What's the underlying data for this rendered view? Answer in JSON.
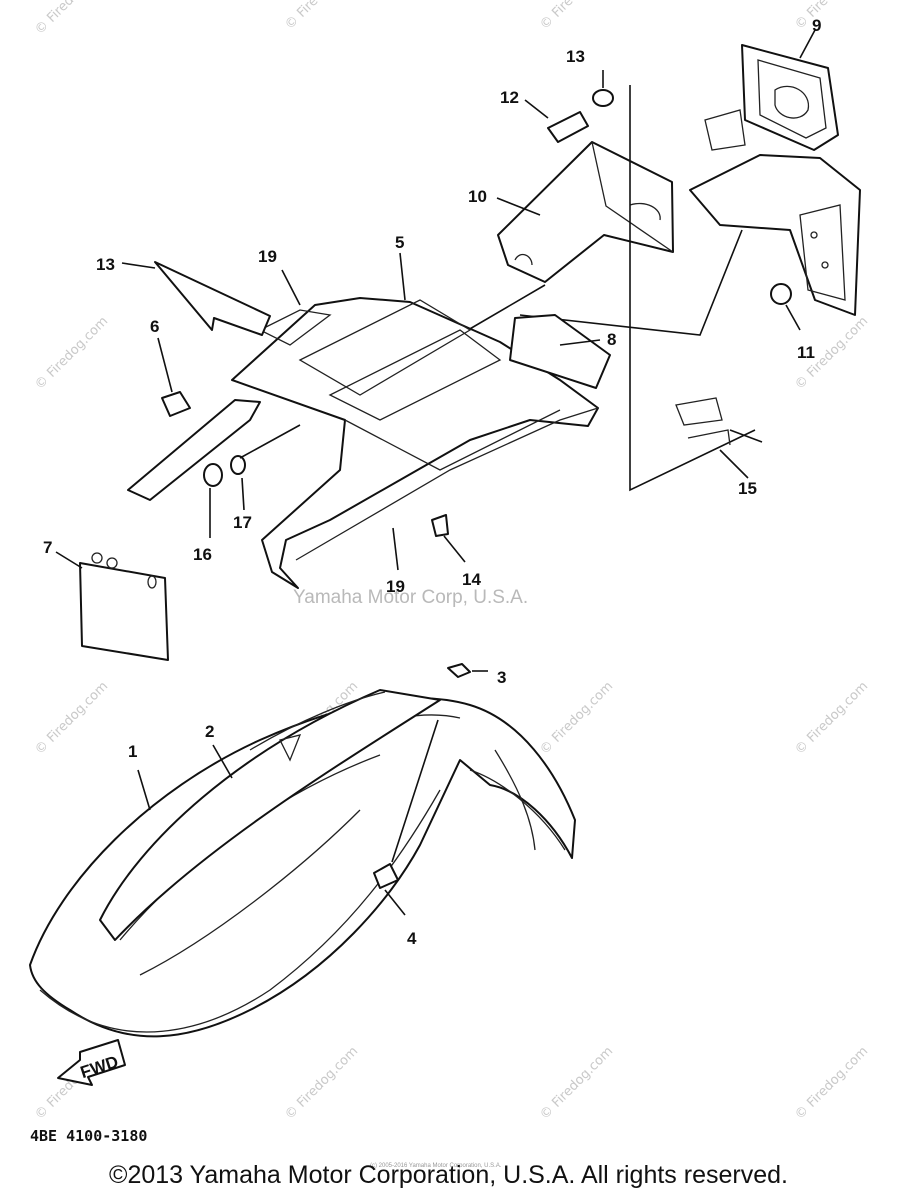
{
  "diagram": {
    "callouts": {
      "c1": "1",
      "c2": "2",
      "c3": "3",
      "c4": "4",
      "c5": "5",
      "c6": "6",
      "c7": "7",
      "c8": "8",
      "c9": "9",
      "c10": "10",
      "c11": "11",
      "c12": "12",
      "c13a": "13",
      "c13b": "13",
      "c14": "14",
      "c15": "15",
      "c16": "16",
      "c17": "17",
      "c19a": "19",
      "c19b": "19"
    },
    "arrow_label": "FWD",
    "part_code": "4BE 4100-3180",
    "watermark_center": "Yamaha Motor Corp, U.S.A.",
    "watermark_tile": "© Firedog.com",
    "watermark_small": "(c) 2005-2016 Yamaha Motor Corporation, U.S.A."
  },
  "footer": {
    "copyright": "©2013 Yamaha Motor Corporation, U.S.A. All rights reserved."
  }
}
